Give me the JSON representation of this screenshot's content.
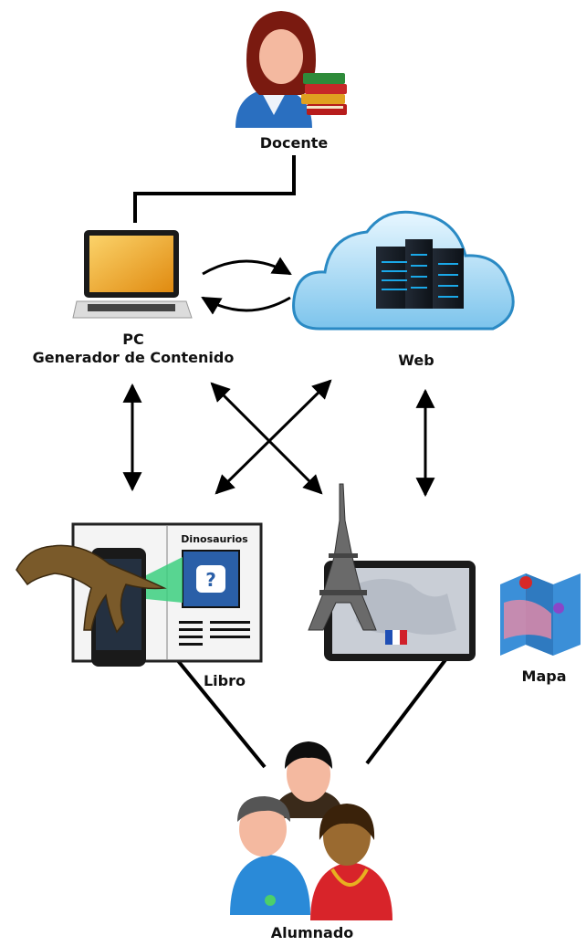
{
  "nodes": {
    "docente": "Docente",
    "pc_title": "PC",
    "pc_subtitle": "Generador de Contenido",
    "web": "Web",
    "libro": "Libro",
    "book_title": "Dinosaurios",
    "mapa": "Mapa",
    "alumnado": "Alumnado"
  },
  "icons": {
    "teacher": "teacher-with-books-icon",
    "laptop": "laptop-icon",
    "cloud": "cloud-server-icon",
    "book": "augmented-book-icon",
    "tablet": "tablet-eiffel-tower-icon",
    "map": "folded-map-icon",
    "students": "students-group-icon"
  },
  "colors": {
    "laptop_screen": "#f0a820",
    "cloud": "#8fd0f0",
    "server_lights": "#1aa8e8",
    "marker_green": "#3ccf7f",
    "book_cover": "#2a5fa8"
  }
}
